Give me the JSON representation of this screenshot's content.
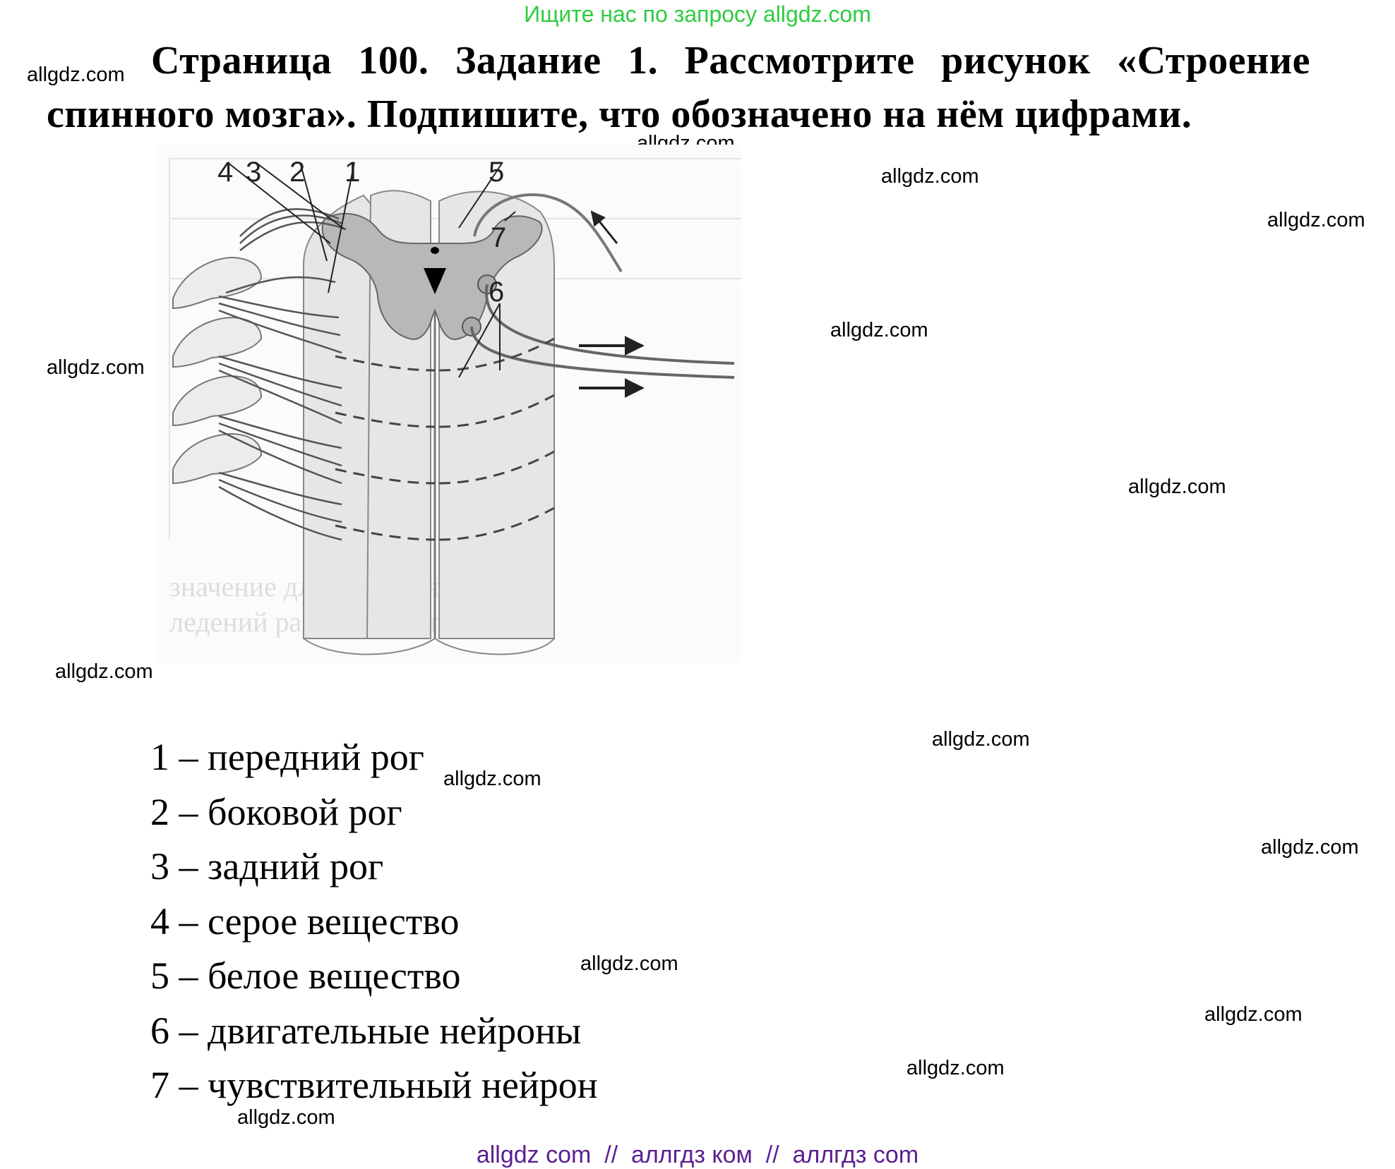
{
  "banner": "Ищите нас по запросу allgdz.com",
  "title": "Страница 100. Задание 1. Рассмотрите рисунок «Строение спинного мозга». Подпишите, что обозначено на нём цифрами.",
  "watermark": "allgdz.com",
  "figure": {
    "labels": [
      "4",
      "3",
      "2",
      "1",
      "5",
      "7",
      "6"
    ],
    "background_text": [
      "значение для здоровья имеет",
      "ледений работой вегетативной"
    ]
  },
  "answers": [
    "1 – передний рог",
    "2 – боковой рог",
    "3 – задний рог",
    "4 – серое вещество",
    "5 – белое вещество",
    "6 – двигательные нейроны",
    "7 – чувствительный нейрон"
  ],
  "footer": "allgdz com  //  аллгдз ком  //  аллгдз com"
}
